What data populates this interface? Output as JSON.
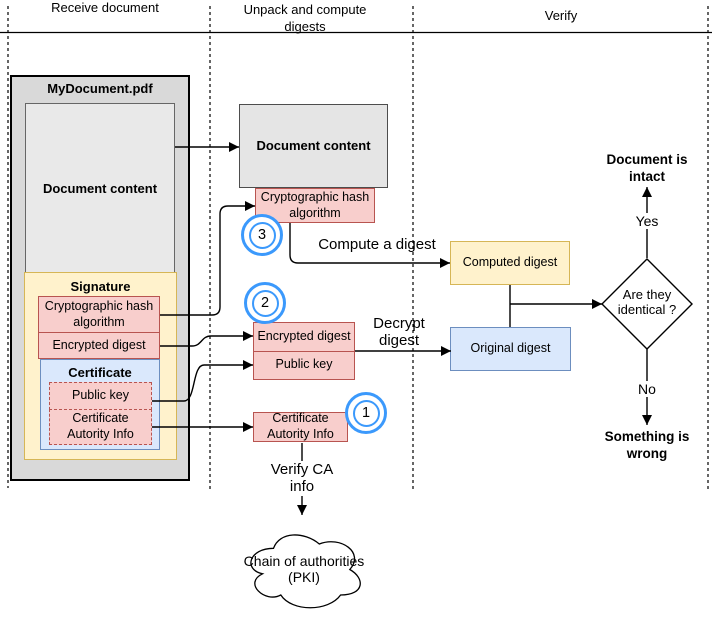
{
  "header": {
    "lanes": [
      {
        "label": "Receive document"
      },
      {
        "label": "Unpack and compute digests"
      },
      {
        "label": "Verify"
      }
    ]
  },
  "document": {
    "title": "MyDocument.pdf",
    "content_label": "Document content",
    "signature": {
      "title": "Signature",
      "hash_label": "Cryptographic hash algorithm",
      "encrypted_digest_label": "Encrypted digest",
      "certificate": {
        "title": "Certificate",
        "public_key_label": "Public key",
        "ca_info_label": "Certificate Autority Info"
      }
    }
  },
  "unpack": {
    "document_content_label": "Document content",
    "hash_label": "Cryptographic hash algorithm",
    "compute_digest_label": "Compute a digest",
    "encrypted_digest_label": "Encrypted digest",
    "public_key_label": "Public key",
    "decrypt_digest_label": "Decrypt digest",
    "ca_info_label": "Certificate Autority Info",
    "verify_ca_label": "Verify CA info",
    "cloud_label": "Chain of authorities (PKI)"
  },
  "verify": {
    "computed_digest_label": "Computed digest",
    "original_digest_label": "Original digest",
    "decision_label": "Are they identical ?",
    "yes_label": "Yes",
    "no_label": "No",
    "intact_label": "Document is intact",
    "wrong_label": "Something is wrong"
  },
  "steps": [
    {
      "number": "1"
    },
    {
      "number": "2"
    },
    {
      "number": "3"
    }
  ],
  "colors": {
    "pink_fill": "#f8cecc",
    "pink_border": "#b85450",
    "yellow_fill": "#fff2cc",
    "yellow_border": "#d6b656",
    "blue_fill": "#dae8fc",
    "blue_border": "#6c8ebf",
    "gray_fill": "#d9d9d9",
    "light_gray_fill": "#e9e9e9",
    "mid_gray_fill": "#e5e5e5",
    "step_circle": "#3b99fc",
    "line": "#000000"
  }
}
